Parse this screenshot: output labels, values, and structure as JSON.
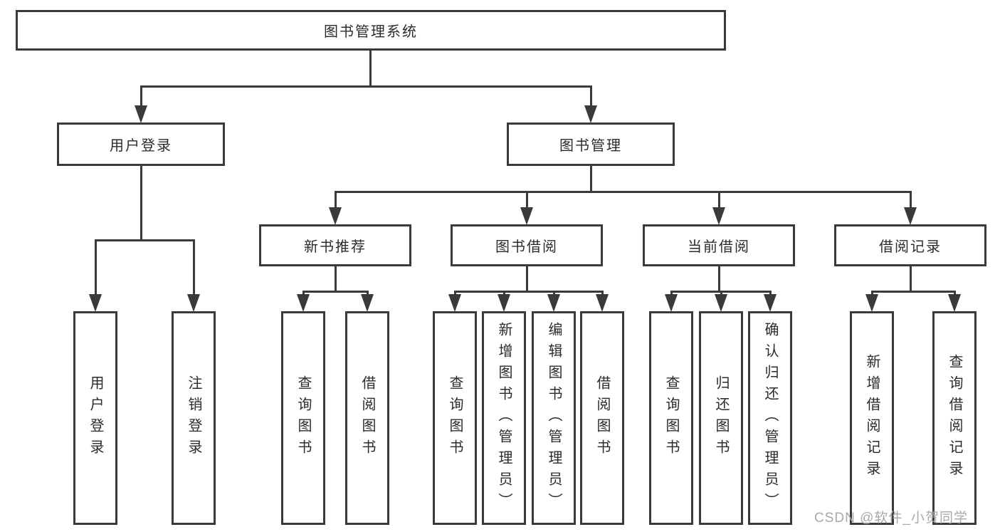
{
  "diagram": {
    "root": {
      "label": "图书管理系统"
    },
    "l2": [
      {
        "label": "用户登录"
      },
      {
        "label": "图书管理"
      }
    ],
    "l3": [
      {
        "label": "新书推荐"
      },
      {
        "label": "图书借阅"
      },
      {
        "label": "当前借阅"
      },
      {
        "label": "借阅记录"
      }
    ],
    "leaves": [
      {
        "label": "用户登录",
        "parent": "用户登录"
      },
      {
        "label": "注销登录",
        "parent": "用户登录"
      },
      {
        "label": "查询图书",
        "parent": "新书推荐"
      },
      {
        "label": "借阅图书",
        "parent": "新书推荐"
      },
      {
        "label": "查询图书",
        "parent": "图书借阅"
      },
      {
        "label": "新增图书（管理员）",
        "parent": "图书借阅"
      },
      {
        "label": "编辑图书（管理员）",
        "parent": "图书借阅"
      },
      {
        "label": "借阅图书",
        "parent": "图书借阅"
      },
      {
        "label": "查询图书",
        "parent": "当前借阅"
      },
      {
        "label": "归还图书",
        "parent": "当前借阅"
      },
      {
        "label": "确认归还（管理员）",
        "parent": "当前借阅"
      },
      {
        "label": "新增借阅记录",
        "parent": "借阅记录"
      },
      {
        "label": "查询借阅记录",
        "parent": "借阅记录"
      }
    ]
  },
  "watermark": {
    "text": "CSDN @软件_小贺同学"
  },
  "colors": {
    "line": "#3a3a3c",
    "text": "#2b2b2b",
    "watermark": "#a9a9a9"
  }
}
